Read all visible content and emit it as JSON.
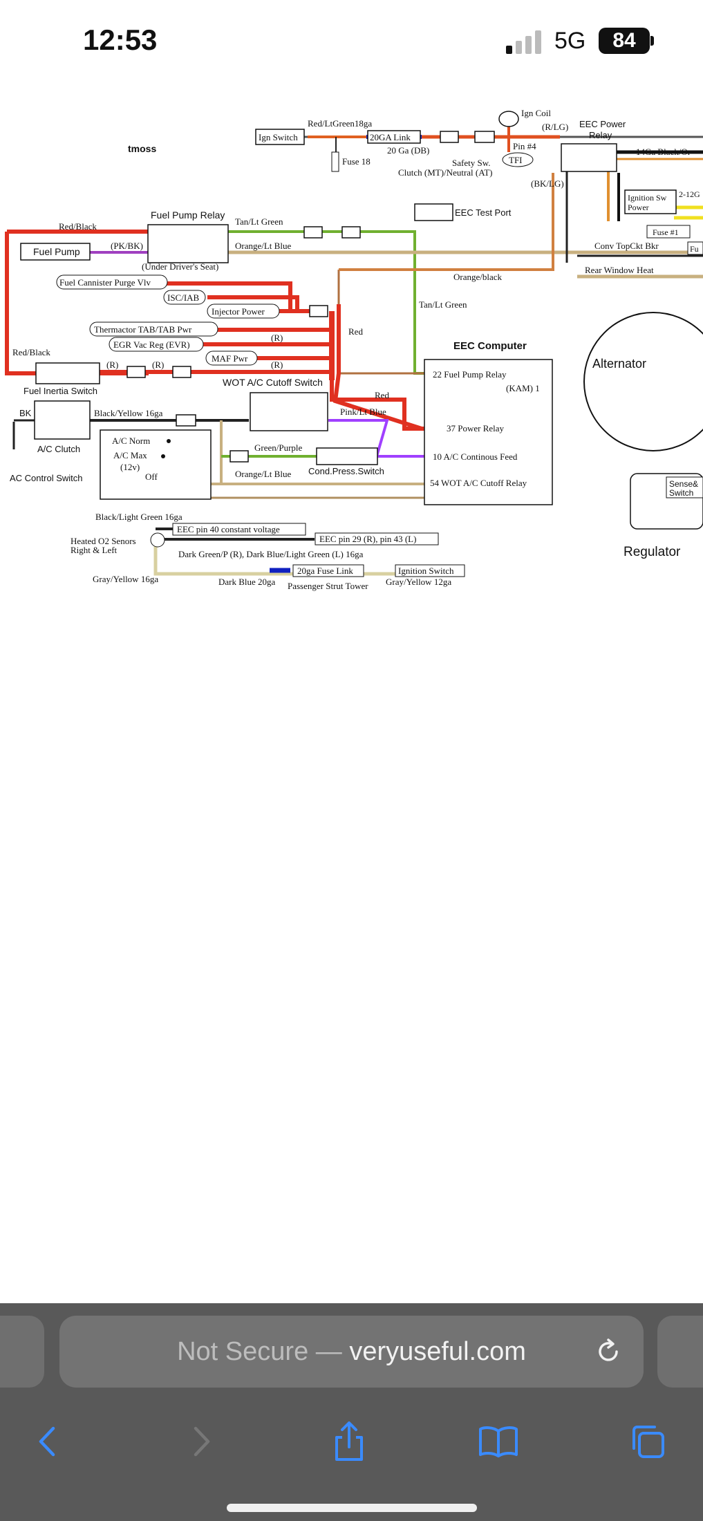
{
  "status_bar": {
    "time": "12:53",
    "network": "5G",
    "battery": "84"
  },
  "diagram": {
    "labels": {
      "author": "tmoss",
      "ign_switch": "Ign Switch",
      "red_lt_green_18ga": "Red/LtGreen18ga",
      "link_20ga": "20GA Link",
      "ga20_db": "20 Ga (DB)",
      "fuse_18": "Fuse 18",
      "ign_coil": "Ign Coil",
      "r_lg": "(R/LG)",
      "pin4": "Pin #4",
      "tfi": "TFI",
      "safety_sw": "Safety Sw.",
      "clutch_neutral": "Clutch (MT)/Neutral (AT)",
      "eec_power_relay": "EEC Power",
      "eec_power_relay_2": "Relay",
      "ga14_black": "14Ga Black/Or",
      "bk_lg": "(BK/LG)",
      "ignition_sw_power": "Ignition Sw",
      "ignition_sw_power_2": "Power",
      "two_12": "2-12G",
      "fuse1": "Fuse #1",
      "fuel_pump_relay": "Fuel Pump Relay",
      "tan_lt_green": "Tan/Lt Green",
      "eec_test_port": "EEC Test Port",
      "red_black_top": "Red/Black",
      "fuel_pump": "Fuel Pump",
      "pk_bk": "(PK/BK)",
      "orange_lt_blue": "Orange/Lt Blue",
      "under_drivers_seat": "(Under Driver's Seat)",
      "conv_top": "Conv TopCkt Bkr",
      "rear_window": "Rear Window Heat",
      "orange_black": "Orange/black",
      "fuel_canister": "Fuel Cannister Purge Vlv",
      "isc_iab": "ISC/IAB",
      "injector_power": "Injector Power",
      "tan_lt_green_2": "Tan/Lt Green",
      "red": "Red",
      "thermactor": "Thermactor TAB/TAB Pwr",
      "r1": "(R)",
      "egr": "EGR Vac Reg (EVR)",
      "maf": "MAF Pwr",
      "r2": "(R)",
      "eec_computer": "EEC Computer",
      "alternator": "Alternator",
      "red_black_left": "Red/Black",
      "r3": "(R)",
      "r4": "(R)",
      "fuel_inertia": "Fuel Inertia Switch",
      "pin22": "22 Fuel Pump Relay",
      "kam": "(KAM) 1",
      "wot_ac": "WOT A/C Cutoff Switch",
      "red_2": "Red",
      "bk": "BK",
      "black_yellow": "Black/Yellow 16ga",
      "pink_lt_blue": "Pink/Lt Blue",
      "pin37": "37 Power Relay",
      "ac_clutch": "A/C Clutch",
      "ac_norm": "A/C Norm",
      "ac_max": "A/C Max",
      "v12": "(12v)",
      "off": "Off",
      "green_purple": "Green/Purple",
      "pin10": "10 A/C Continous Feed",
      "cond_press": "Cond.Press.Switch",
      "ac_control": "AC Control Switch",
      "orange_lt_blue_2": "Orange/Lt Blue",
      "pin54": "54 WOT A/C Cutoff Relay",
      "sense": "Sense&",
      "switch": "Switch",
      "black_light_green": "Black/Light Green 16ga",
      "eec_pin40": "EEC pin 40 constant voltage",
      "heated_o2": "Heated O2 Senors",
      "right_left": "Right & Left",
      "eec_pin29": "EEC pin 29 (R), pin 43 (L)",
      "dark_green": "Dark Green/P (R), Dark Blue/Light Green (L) 16ga",
      "regulator": "Regulator",
      "gray_yellow_16": "Gray/Yellow 16ga",
      "fuse_link_20": "20ga Fuse Link",
      "ignition_switch": "Ignition Switch",
      "dark_blue_20": "Dark Blue 20ga",
      "passenger_strut": "Passenger Strut Tower",
      "gray_yellow_12": "Gray/Yellow 12ga",
      "fu_partial": "Fu"
    }
  },
  "browser": {
    "address_prefix": "Not Secure — ",
    "address_domain": "veryuseful.com"
  },
  "icons": [
    "signal-icon",
    "reload-icon",
    "back-icon",
    "forward-icon",
    "share-icon",
    "bookmarks-icon",
    "tabs-icon"
  ]
}
